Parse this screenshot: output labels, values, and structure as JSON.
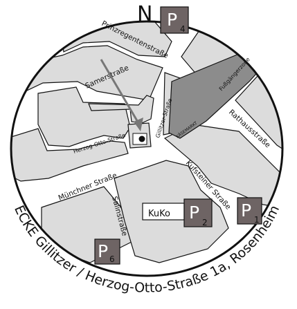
{
  "north_letter": "N",
  "parking": [
    {
      "letter": "P",
      "number": "4"
    },
    {
      "letter": "P",
      "number": "2"
    },
    {
      "letter": "P",
      "number": "1"
    },
    {
      "letter": "P",
      "number": "6"
    }
  ],
  "streets": {
    "prinzregentenstrasse": "Prinzregentenstraße",
    "samerstrasse": "Samerstraße",
    "gillitzerstrasse": "Gillitzer-Straße",
    "herzog_otto_strasse": "Herzog-Otto-Straße",
    "muenchner_strasse": "Münchner Straße",
    "kufsteiner_strasse": "Kufsteiner Straße",
    "salinstrasse": "Salinstraße",
    "rathausstrasse": "Rathausstraße",
    "fussgaengerzone": "Fußgängerzone",
    "klepperfunt": "KÄSEMARKT"
  },
  "kuko_label": "KuKo",
  "address_arc": "ECKE Gillitzer / Herzog-Otto-Straße 1a, Rosenheim",
  "colors": {
    "block": "#dcdcdc",
    "pedestrian": "#8c8c8c",
    "parking_box": "#6e6464",
    "outline": "#111111",
    "arrow": "#777777"
  }
}
